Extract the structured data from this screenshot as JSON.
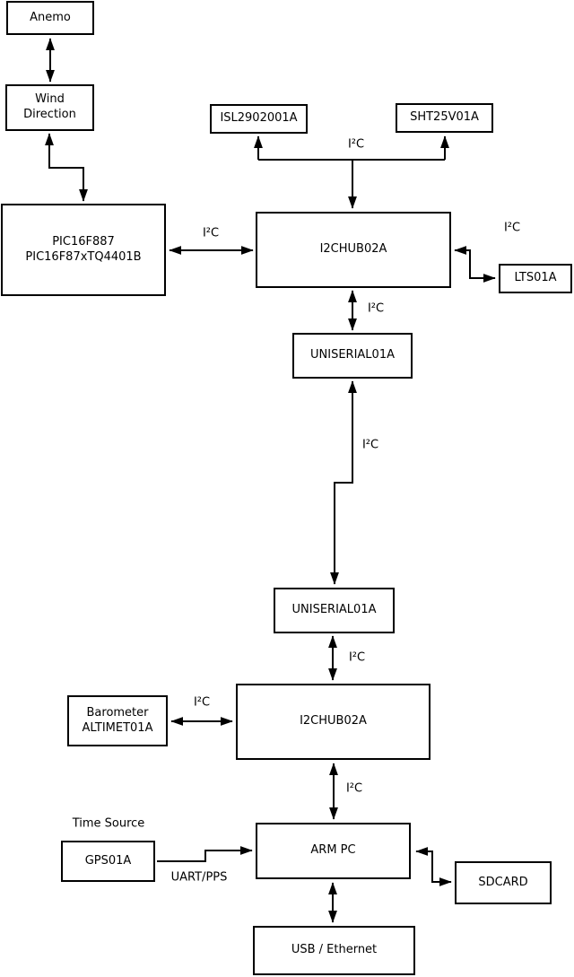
{
  "labels": {
    "i2c": "I²C",
    "uart_pps": "UART/PPS",
    "time_source": "Time Source"
  },
  "nodes": {
    "anemo": {
      "label": "Anemo"
    },
    "wind_direction": {
      "line1": "Wind",
      "line2": "Direction"
    },
    "pic": {
      "line1": "PIC16F887",
      "line2": "PIC16F87xTQ4401B"
    },
    "isl": {
      "label": "ISL2902001A"
    },
    "sht": {
      "label": "SHT25V01A"
    },
    "i2c_hub_top": {
      "label": "I2CHUB02A"
    },
    "lts": {
      "label": "LTS01A"
    },
    "uniserial_top": {
      "label": "UNISERIAL01A"
    },
    "uniserial_bottom": {
      "label": "UNISERIAL01A"
    },
    "barometer": {
      "line1": "Barometer",
      "line2": "ALTIMET01A"
    },
    "i2c_hub_bottom": {
      "label": "I2CHUB02A"
    },
    "gps": {
      "label": "GPS01A"
    },
    "arm_pc": {
      "label": "ARM PC"
    },
    "sdcard": {
      "label": "SDCARD"
    },
    "usb_ethernet": {
      "label": "USB / Ethernet"
    }
  },
  "edges": [
    {
      "from": "Anemo",
      "to": "Wind Direction",
      "label": "",
      "arrows": "both"
    },
    {
      "from": "Wind Direction",
      "to": "PIC16F887 PIC16F87xTQ4401B",
      "label": "",
      "arrows": "both"
    },
    {
      "from": "PIC16F887 PIC16F87xTQ4401B",
      "to": "I2CHUB02A (top)",
      "label": "I²C",
      "arrows": "both"
    },
    {
      "from": "I2CHUB02A (top)",
      "to": "ISL2902001A",
      "label": "I²C",
      "arrows": "into ISL2902001A"
    },
    {
      "from": "I2CHUB02A (top)",
      "to": "SHT25V01A",
      "label": "I²C",
      "arrows": "into SHT25V01A"
    },
    {
      "from": "I2CHUB02A (top)",
      "to": "LTS01A",
      "label": "I²C",
      "arrows": "both"
    },
    {
      "from": "I2CHUB02A (top)",
      "to": "UNISERIAL01A (top)",
      "label": "I²C",
      "arrows": "both"
    },
    {
      "from": "UNISERIAL01A (top)",
      "to": "UNISERIAL01A (bottom)",
      "label": "I²C",
      "arrows": "both"
    },
    {
      "from": "UNISERIAL01A (bottom)",
      "to": "I2CHUB02A (bottom)",
      "label": "I²C",
      "arrows": "both"
    },
    {
      "from": "Barometer ALTIMET01A",
      "to": "I2CHUB02A (bottom)",
      "label": "I²C",
      "arrows": "both"
    },
    {
      "from": "I2CHUB02A (bottom)",
      "to": "ARM PC",
      "label": "I²C",
      "arrows": "both"
    },
    {
      "from": "GPS01A",
      "to": "ARM PC",
      "label": "UART/PPS",
      "arrows": "into ARM PC"
    },
    {
      "from": "ARM PC",
      "to": "SDCARD",
      "label": "",
      "arrows": "both"
    },
    {
      "from": "ARM PC",
      "to": "USB / Ethernet",
      "label": "",
      "arrows": "both"
    }
  ]
}
